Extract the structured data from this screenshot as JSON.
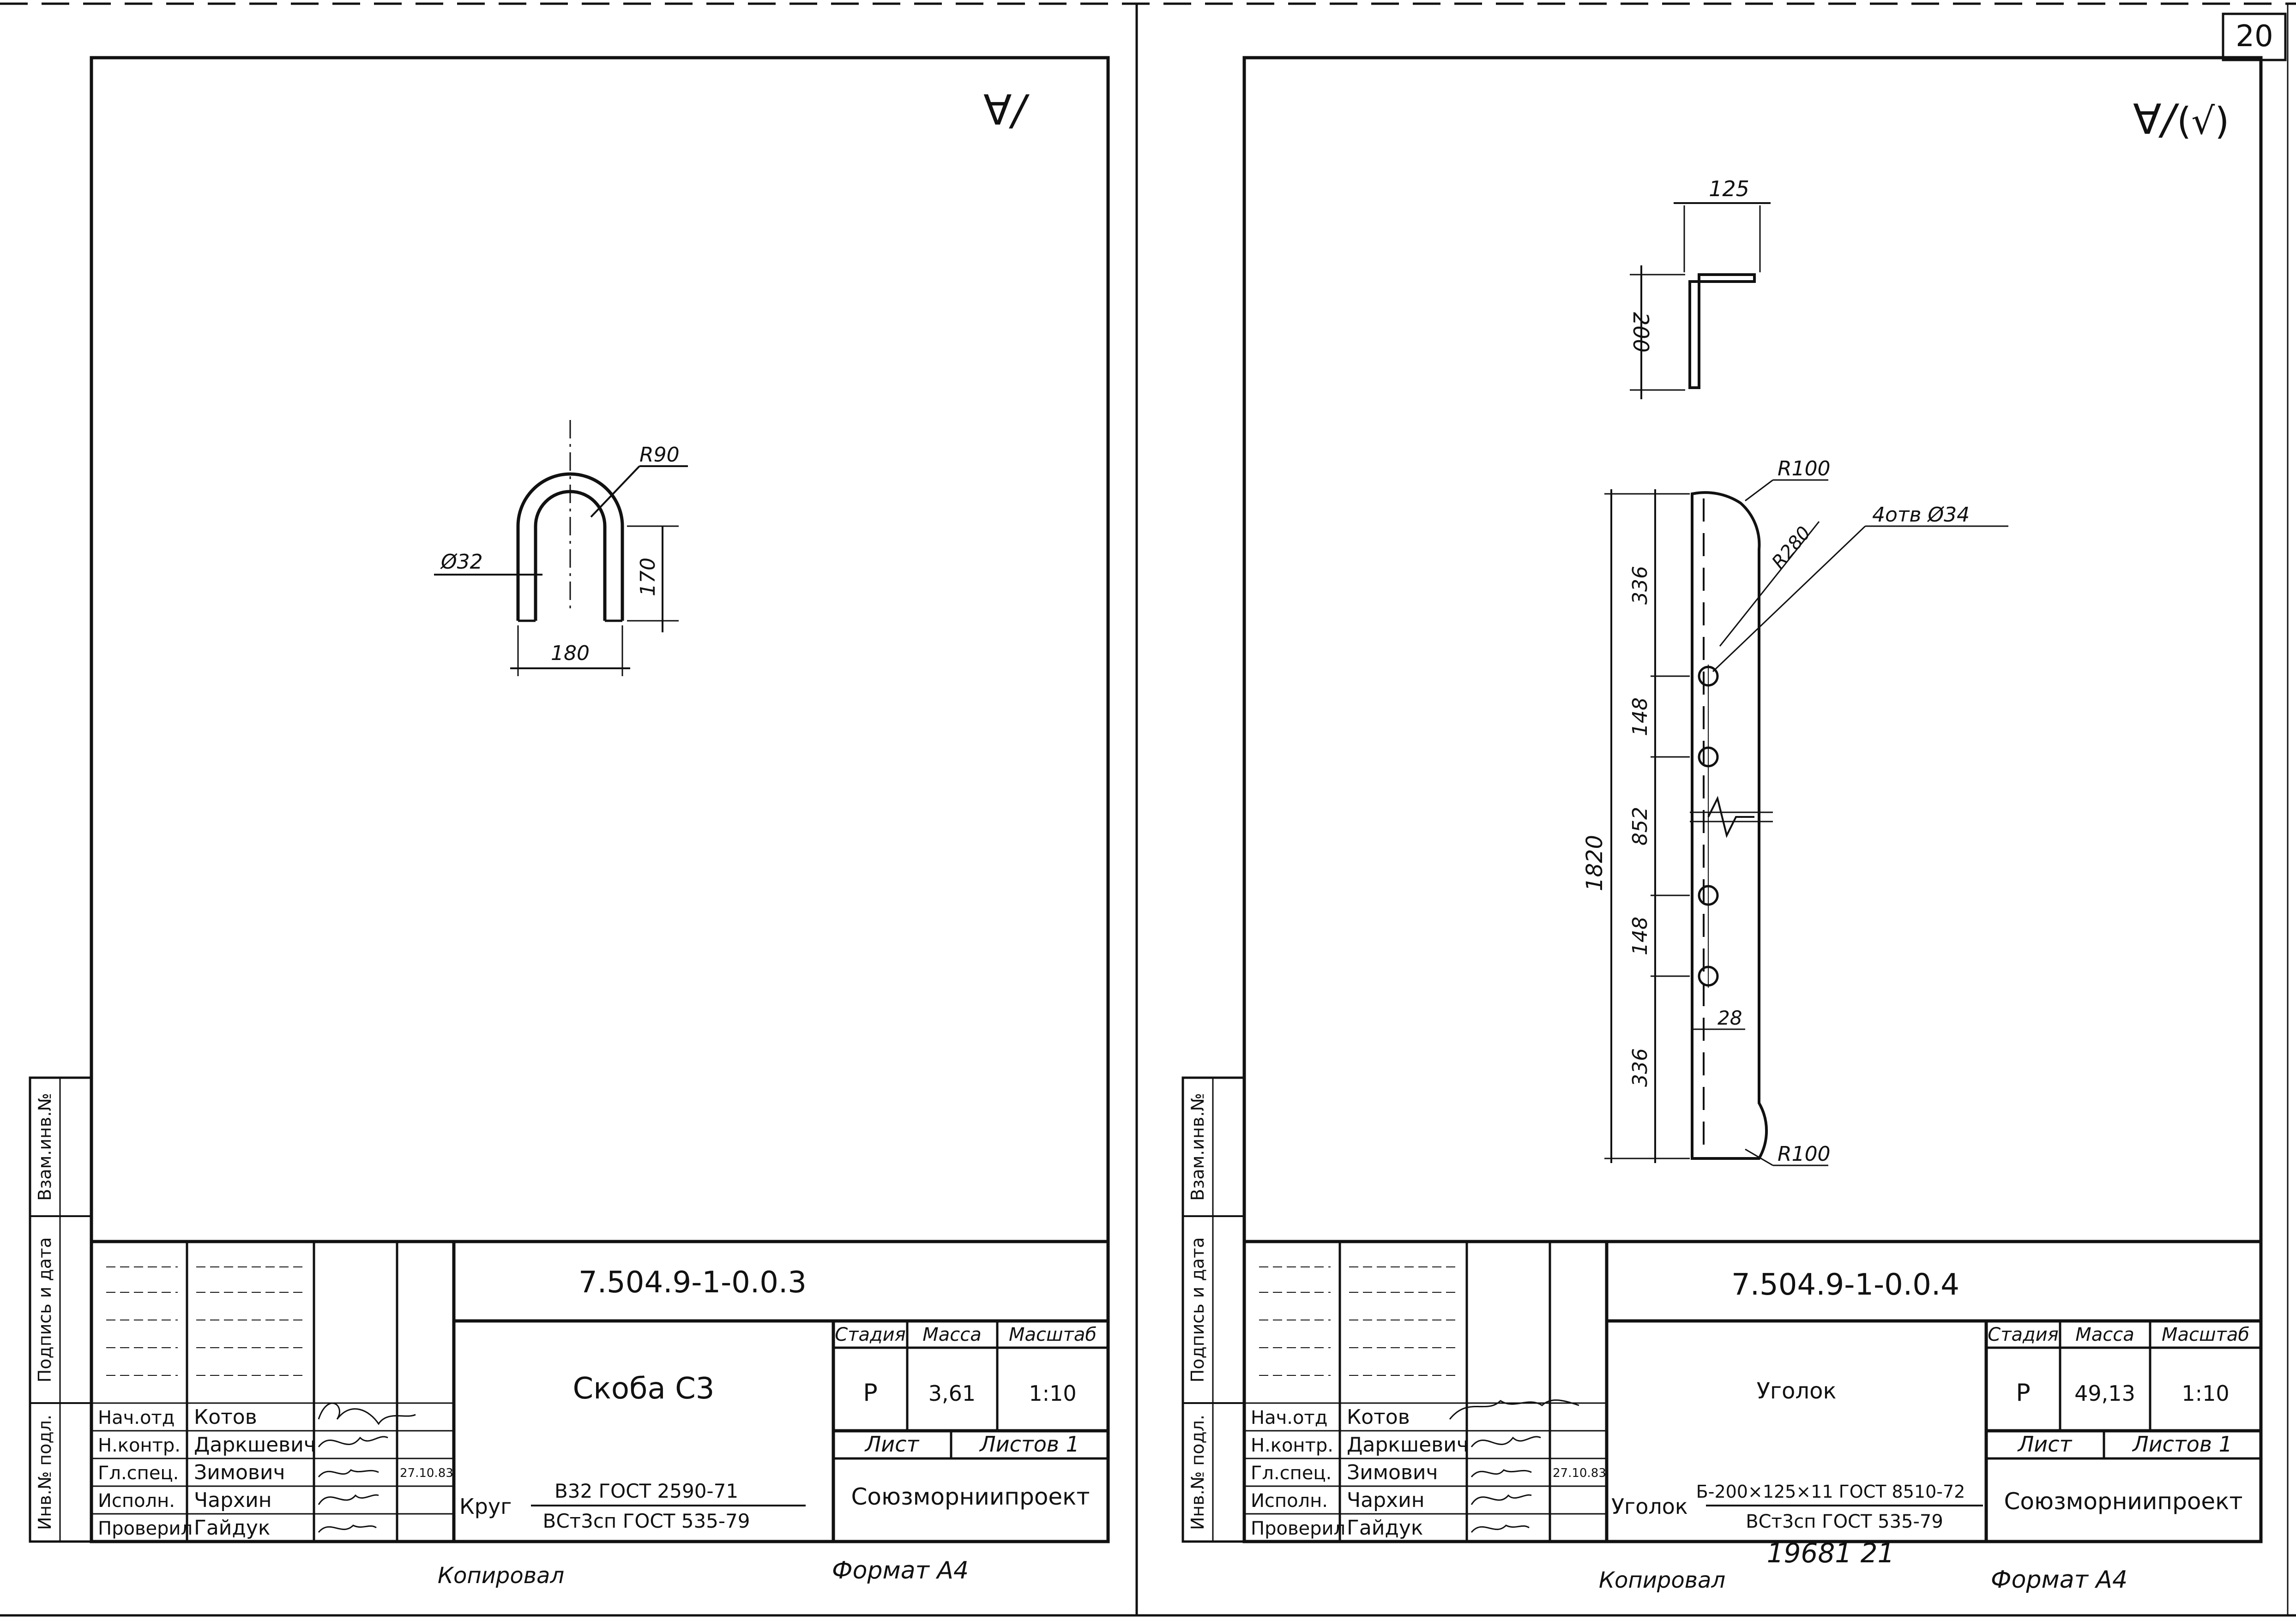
{
  "page_number": "20",
  "common": {
    "copied_label": "Копировал",
    "format_label": "Формат А4",
    "roughness_symbol": "∀∕",
    "roughness_paren": "(√)",
    "side_strip": [
      "Инв.№ подл.",
      "Подпись и дата",
      "Взам.инв.№"
    ],
    "roles": [
      "Нач.отд",
      "Н.контр.",
      "Гл.спец.",
      "Исполн.",
      "Проверил"
    ],
    "names": [
      "Котов",
      "Даркшевич",
      "Зимович",
      "Чархин",
      "Гайдук"
    ],
    "date": "27.10.83",
    "col_stage": "Стадия",
    "col_mass": "Масса",
    "col_scale": "Масштаб",
    "sheet_label": "Лист",
    "sheets_label": "Листов 1",
    "org": "Союзморниипроект"
  },
  "left": {
    "code": "7.504.9-1-0.0.3",
    "title": "Скоба С3",
    "stage": "Р",
    "mass": "3,61",
    "scale": "1:10",
    "mat_prefix": "Круг",
    "mat_top": "В32 ГОСТ 2590-71",
    "mat_bottom": "ВСт3сп ГОСТ 535-79",
    "dims": {
      "radius": "R90",
      "diameter": "Ø32",
      "height": "170",
      "width": "180"
    }
  },
  "right": {
    "code": "7.504.9-1-0.0.4",
    "title": "Уголок",
    "stage": "Р",
    "mass": "49,13",
    "scale": "1:10",
    "mat_prefix": "Уголок",
    "mat_top": "Б-200×125×11 ГОСТ 8510-72",
    "mat_bottom": "ВСт3сп ГОСТ 535-79",
    "handwritten": "19681  21",
    "dims": {
      "flange": "125",
      "leg": "200",
      "r_top": "R100",
      "r_bottom": "R100",
      "holes": "4отв Ø34",
      "r_hole": "R280",
      "seg1": "336",
      "seg2": "148",
      "seg3": "852",
      "seg4": "148",
      "seg5": "336",
      "total": "1820",
      "edge": "28"
    }
  }
}
